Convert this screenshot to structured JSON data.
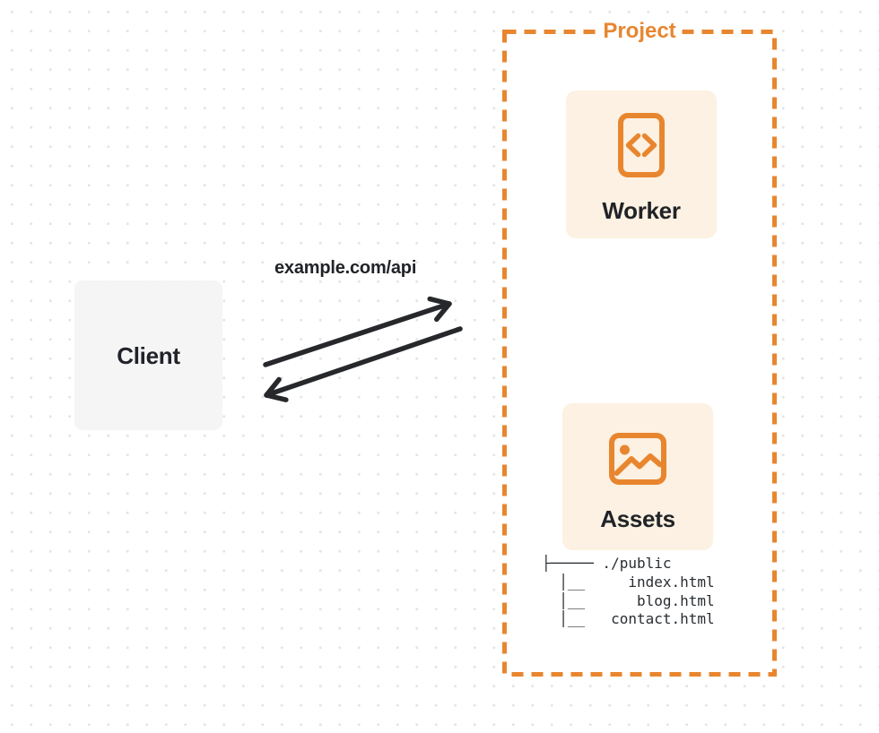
{
  "diagram": {
    "project": {
      "label": "Project"
    },
    "client": {
      "label": "Client"
    },
    "worker": {
      "label": "Worker",
      "icon": "code-file-icon"
    },
    "assets": {
      "label": "Assets",
      "icon": "image-icon"
    },
    "request": {
      "label": "example.com/api"
    },
    "file_tree": {
      "lines": [
        "├───── ./public",
        "  │__     index.html",
        "  │__      blog.html",
        "  │__   contact.html"
      ]
    },
    "colors": {
      "accent_orange": "#E8862F",
      "card_cream": "#FCF1E2",
      "card_gray": "#F5F5F6",
      "ink": "#202327",
      "arrow_ink": "#26282B",
      "dot_gray": "#E4E4E7"
    }
  }
}
